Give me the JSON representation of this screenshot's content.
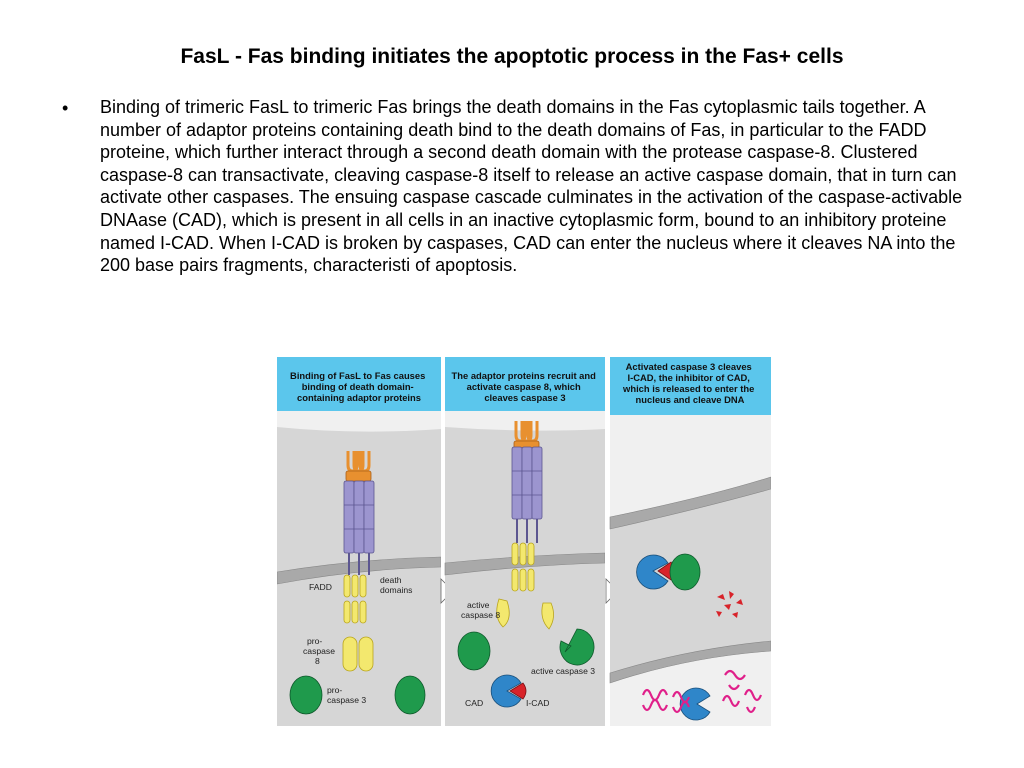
{
  "slide": {
    "title": "FasL - Fas binding initiates the apoptotic process in the Fas+ cells",
    "bullet_symbol": "•",
    "paragraph": "Binding of trimeric FasL to trimeric Fas brings the death domains in the Fas cytoplasmic tails together. A number of adaptor proteins containing death bind to the death domains of Fas, in particular to the FADD proteine, which further  interact through a second death domain with the protease caspase-8. Clustered caspase-8 can transactivate, cleaving caspase-8 itself to release an active caspase domain, that in turn can activate other caspases. The ensuing caspase cascade culminates in the activation of the caspase-activable DNAase (CAD), which is present in all cells in an inactive cytoplasmic form, bound to an inhibitory proteine named I-CAD. When I-CAD is broken by caspases, CAD can enter the nucleus where it cleaves NA into the 200 base pairs fragments, characteristi of apoptosis."
  },
  "figure": {
    "panel1_header": [
      "Binding of FasL to Fas causes",
      "binding of death domain-",
      "containing adaptor proteins"
    ],
    "panel2_header": [
      "The adaptor proteins recruit and",
      "activate caspase 8, which",
      "cleaves caspase 3"
    ],
    "panel3_header": [
      "Activated caspase 3 cleaves",
      "I-CAD, the inhibitor of CAD,",
      "which is released to enter the",
      "nucleus and cleave DNA"
    ],
    "labels": {
      "fadd": "FADD",
      "death_domains": [
        "death",
        "domains"
      ],
      "pro_caspase_8": [
        "pro-",
        "caspase",
        "8"
      ],
      "pro_caspase_3": [
        "pro-",
        "caspase 3"
      ],
      "active_caspase_8": [
        "active",
        "caspase 8"
      ],
      "active_caspase_3": "active caspase 3",
      "cad": "CAD",
      "i_cad": "I-CAD"
    },
    "colors": {
      "header_bg": "#5bc6ec",
      "cell_bg": "#d6d6d6",
      "membrane": "#a9a9a9",
      "receptor": "#9c95cf",
      "ligand": "#e8902f",
      "adaptor": "#f3e86e",
      "caspase3": "#1f9a4c",
      "cad": "#2f86c9",
      "icad": "#d8232a",
      "dna": "#e0208a"
    }
  }
}
